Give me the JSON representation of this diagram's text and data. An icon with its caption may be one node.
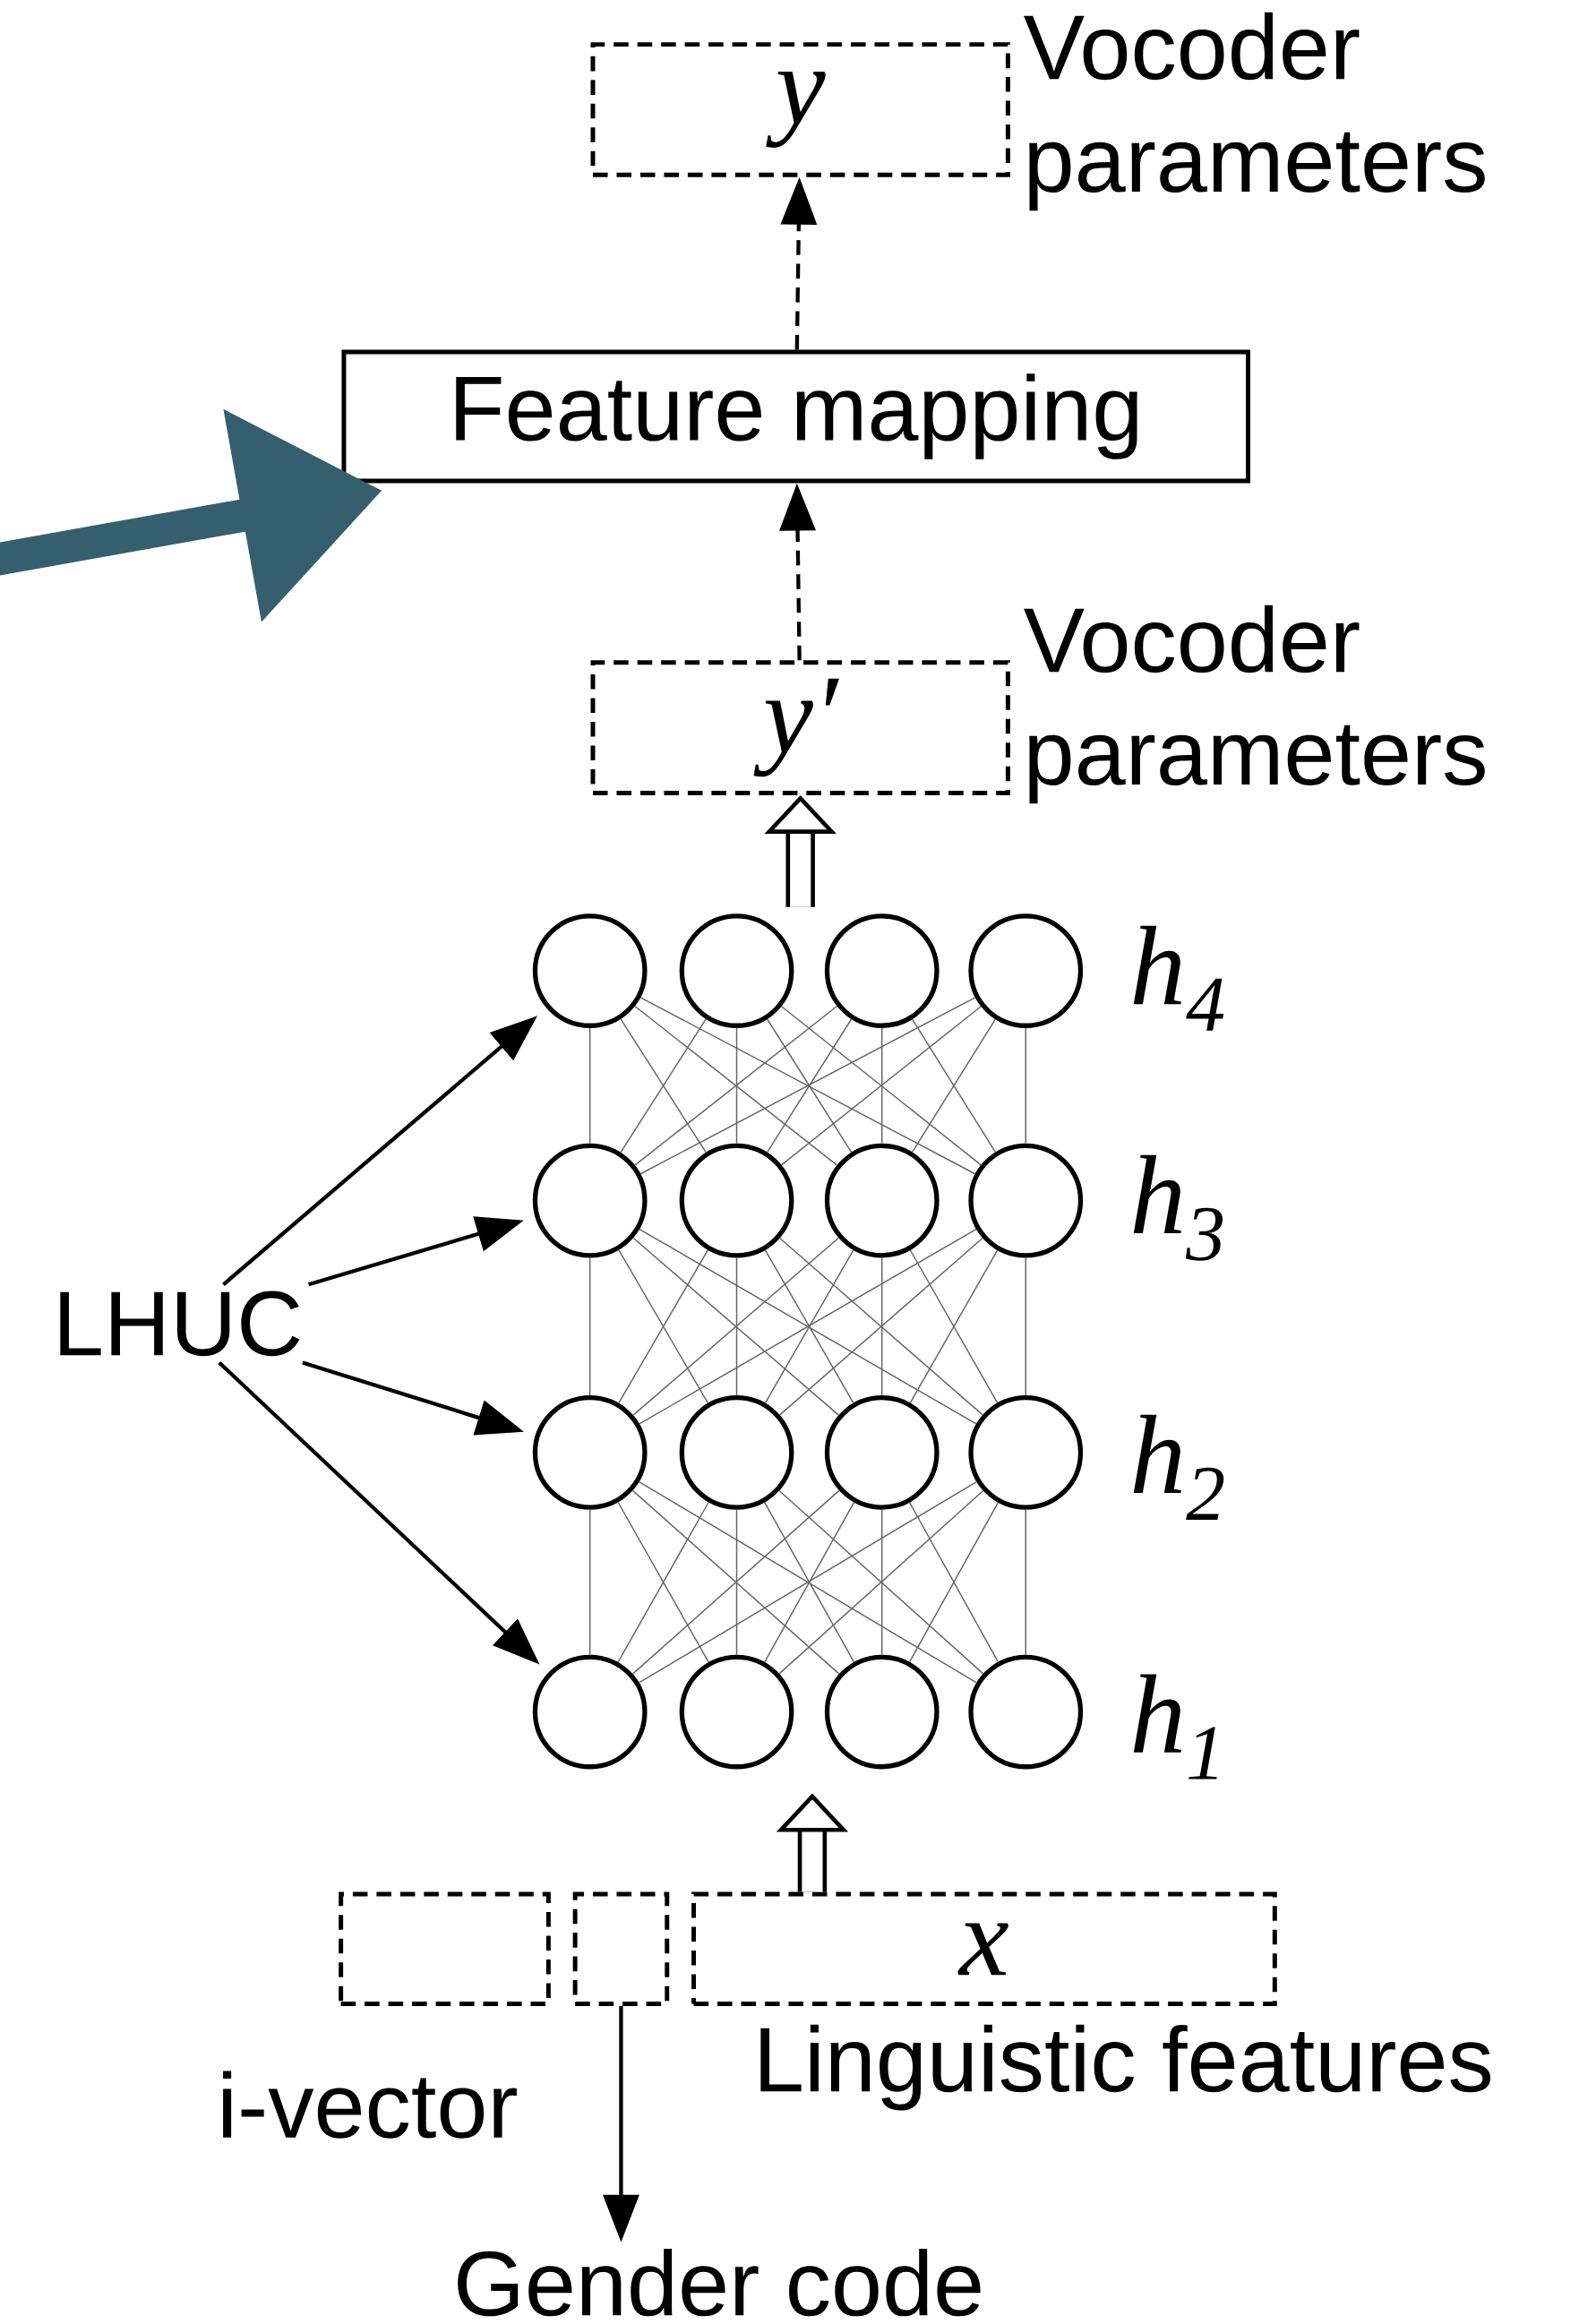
{
  "diagram": {
    "nodes": [
      {
        "text": [
          "y"
        ],
        "beside": [
          "Vocoder parameters"
        ]
      },
      {
        "text": [
          "Feature mapping"
        ]
      },
      {
        "text": [
          "y′"
        ],
        "beside": [
          "Vocoder parameters"
        ]
      },
      {
        "text": [
          "LHUC"
        ]
      },
      {
        "text": [],
        "shape": "circle"
      },
      {
        "text": [],
        "shape": "circle"
      },
      {
        "text": [],
        "shape": "circle"
      },
      {
        "text": [],
        "shape": "circle"
      },
      {
        "text": [],
        "shape": "circle"
      },
      {
        "text": [],
        "shape": "circle"
      },
      {
        "text": [],
        "shape": "circle"
      },
      {
        "text": [],
        "shape": "circle"
      },
      {
        "text": [],
        "shape": "circle"
      },
      {
        "text": [],
        "shape": "circle"
      },
      {
        "text": [],
        "shape": "circle"
      },
      {
        "text": [],
        "shape": "circle"
      },
      {
        "text": [],
        "shape": "circle"
      },
      {
        "text": [],
        "shape": "circle"
      },
      {
        "text": [],
        "shape": "circle"
      },
      {
        "text": [],
        "shape": "circle"
      },
      {
        "text": [],
        "shape": "box",
        "beside": [
          "i-vector"
        ]
      },
      {
        "text": [],
        "shape": "box"
      },
      {
        "text": [
          "x"
        ],
        "beside": [
          "Linguistic features"
        ]
      },
      {
        "text": [
          "Gender code"
        ]
      }
    ],
    "edges": [
      {
        "from": null,
        "to": 1,
        "arrow": "to",
        "style": "thick",
        "color": "#355f6e"
      },
      {
        "from": 2,
        "to": 1,
        "arrow": "to",
        "style": "dashed",
        "color": "#000000"
      },
      {
        "from": 1,
        "to": 0,
        "arrow": "to",
        "style": "dashed",
        "color": "#000000"
      },
      {
        "from": null,
        "to": 2,
        "arrow": "to",
        "style": "thick",
        "color": "#000000"
      },
      {
        "from": 3,
        "to": 4,
        "arrow": "to",
        "color": "#000000"
      },
      {
        "from": 3,
        "to": 8,
        "arrow": "to",
        "color": "#000000"
      },
      {
        "from": 3,
        "to": 12,
        "arrow": "to",
        "color": "#000000"
      },
      {
        "from": 3,
        "to": 16,
        "arrow": "to",
        "color": "#000000"
      },
      {
        "from": 4,
        "to": 8,
        "arrow": "none"
      },
      {
        "from": 4,
        "to": 9,
        "arrow": "none"
      },
      {
        "from": 4,
        "to": 10,
        "arrow": "none"
      },
      {
        "from": 4,
        "to": 11,
        "arrow": "none"
      },
      {
        "from": 5,
        "to": 8,
        "arrow": "none"
      },
      {
        "from": 5,
        "to": 9,
        "arrow": "none"
      },
      {
        "from": 5,
        "to": 10,
        "arrow": "none"
      },
      {
        "from": 5,
        "to": 11,
        "arrow": "none"
      },
      {
        "from": 6,
        "to": 8,
        "arrow": "none"
      },
      {
        "from": 6,
        "to": 9,
        "arrow": "none"
      },
      {
        "from": 6,
        "to": 10,
        "arrow": "none"
      },
      {
        "from": 6,
        "to": 11,
        "arrow": "none"
      },
      {
        "from": 7,
        "to": 8,
        "arrow": "none"
      },
      {
        "from": 7,
        "to": 9,
        "arrow": "none"
      },
      {
        "from": 7,
        "to": 10,
        "arrow": "none"
      },
      {
        "from": 7,
        "to": 11,
        "arrow": "none"
      },
      {
        "from": 8,
        "to": 12,
        "arrow": "none"
      },
      {
        "from": 8,
        "to": 13,
        "arrow": "none"
      },
      {
        "from": 8,
        "to": 14,
        "arrow": "none"
      },
      {
        "from": 8,
        "to": 15,
        "arrow": "none"
      },
      {
        "from": 9,
        "to": 12,
        "arrow": "none"
      },
      {
        "from": 9,
        "to": 13,
        "arrow": "none"
      },
      {
        "from": 9,
        "to": 14,
        "arrow": "none"
      },
      {
        "from": 9,
        "to": 15,
        "arrow": "none"
      },
      {
        "from": 10,
        "to": 12,
        "arrow": "none"
      },
      {
        "from": 10,
        "to": 13,
        "arrow": "none"
      },
      {
        "from": 10,
        "to": 14,
        "arrow": "none"
      },
      {
        "from": 10,
        "to": 15,
        "arrow": "none"
      },
      {
        "from": 11,
        "to": 12,
        "arrow": "none"
      },
      {
        "from": 11,
        "to": 13,
        "arrow": "none"
      },
      {
        "from": 11,
        "to": 14,
        "arrow": "none"
      },
      {
        "from": 11,
        "to": 15,
        "arrow": "none"
      },
      {
        "from": 12,
        "to": 16,
        "arrow": "none"
      },
      {
        "from": 12,
        "to": 17,
        "arrow": "none"
      },
      {
        "from": 12,
        "to": 18,
        "arrow": "none"
      },
      {
        "from": 12,
        "to": 19,
        "arrow": "none"
      },
      {
        "from": 13,
        "to": 16,
        "arrow": "none"
      },
      {
        "from": 13,
        "to": 17,
        "arrow": "none"
      },
      {
        "from": 13,
        "to": 18,
        "arrow": "none"
      },
      {
        "from": 13,
        "to": 19,
        "arrow": "none"
      },
      {
        "from": 14,
        "to": 16,
        "arrow": "none"
      },
      {
        "from": 14,
        "to": 17,
        "arrow": "none"
      },
      {
        "from": 14,
        "to": 18,
        "arrow": "none"
      },
      {
        "from": 14,
        "to": 19,
        "arrow": "none"
      },
      {
        "from": 15,
        "to": 16,
        "arrow": "none"
      },
      {
        "from": 15,
        "to": 17,
        "arrow": "none"
      },
      {
        "from": 15,
        "to": 18,
        "arrow": "none"
      },
      {
        "from": 15,
        "to": 19,
        "arrow": "none"
      },
      {
        "from": 22,
        "to": null,
        "arrow": "to",
        "style": "thick",
        "color": "#000000"
      },
      {
        "from": 21,
        "to": 23,
        "arrow": "to",
        "color": "#000000"
      }
    ],
    "labels": [
      "*h*$_{4}$",
      "*h*$_{3}$",
      "*h*$_{2}$",
      "*h*$_{1}$"
    ]
  }
}
